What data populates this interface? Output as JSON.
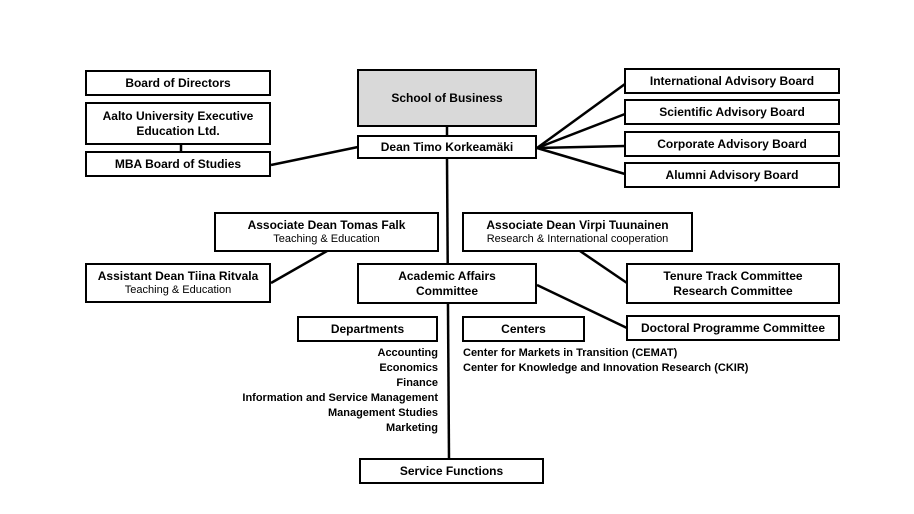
{
  "school": "School of Business",
  "dean": "Dean Timo Korkeamäki",
  "left_boards": {
    "board_of_directors": "Board of Directors",
    "aalto_ee": [
      "Aalto University  Executive",
      "Education Ltd."
    ],
    "mba_board": "MBA Board of Studies"
  },
  "advisory_boards": [
    "International Advisory  Board",
    "Scientific Advisory  Board",
    "Corporate Advisory  Board",
    "Alumni Advisory  Board"
  ],
  "associate_dean_falk": {
    "title": "Associate  Dean Tomas Falk",
    "subtitle": "Teaching & Education"
  },
  "associate_dean_tuunainen": {
    "title": "Associate  Dean Virpi Tuunainen",
    "subtitle": "Research & International cooperation"
  },
  "assistant_dean_ritvala": {
    "title": "Assistant  Dean Tiina Ritvala",
    "subtitle": "Teaching & Education"
  },
  "academic_affairs": [
    "Academic Affairs",
    "Committee"
  ],
  "tenure_track": [
    "Tenure Track Committee",
    "Research Committee"
  ],
  "doctoral_programme": "Doctoral Programme Committee",
  "departments": {
    "label": "Departments",
    "items": [
      "Accounting",
      "Economics",
      "Finance",
      "Information and  Service Management",
      "Management Studies",
      "Marketing"
    ]
  },
  "centers": {
    "label": "Centers",
    "items": [
      "Center for Markets in Transition  (CEMAT)",
      "Center for Knowledge and Innovation  Research (CKIR)"
    ]
  },
  "service_functions": "Service Functions"
}
